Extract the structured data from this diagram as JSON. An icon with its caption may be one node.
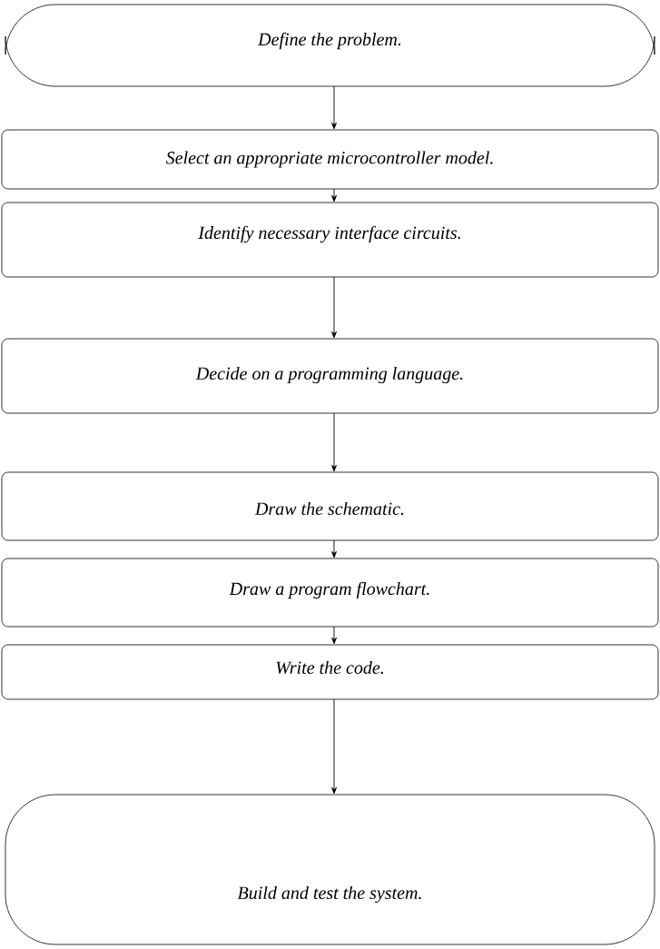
{
  "diagram": {
    "nodes": [
      {
        "text": [
          "Define the problem."
        ]
      },
      {
        "text": [
          "Select an appropriate microcontroller model."
        ]
      },
      {
        "text": [
          "Identify necessary interface circuits."
        ]
      },
      {
        "text": [
          "Decide on a programming language."
        ]
      },
      {
        "text": [
          "Draw the schematic."
        ]
      },
      {
        "text": [
          "Draw a program flowchart."
        ]
      },
      {
        "text": [
          "Write the code."
        ]
      },
      {
        "text": [
          "Build and test the system."
        ]
      }
    ],
    "edges": [
      {
        "from": 0,
        "to": 1,
        "arrow": "to"
      },
      {
        "from": 1,
        "to": 2,
        "arrow": "to"
      },
      {
        "from": 2,
        "to": 3,
        "arrow": "to"
      },
      {
        "from": 3,
        "to": 4,
        "arrow": "to"
      },
      {
        "from": 4,
        "to": 5,
        "arrow": "to"
      },
      {
        "from": 5,
        "to": 6,
        "arrow": "to"
      },
      {
        "from": 6,
        "to": 7,
        "arrow": "to"
      }
    ]
  }
}
